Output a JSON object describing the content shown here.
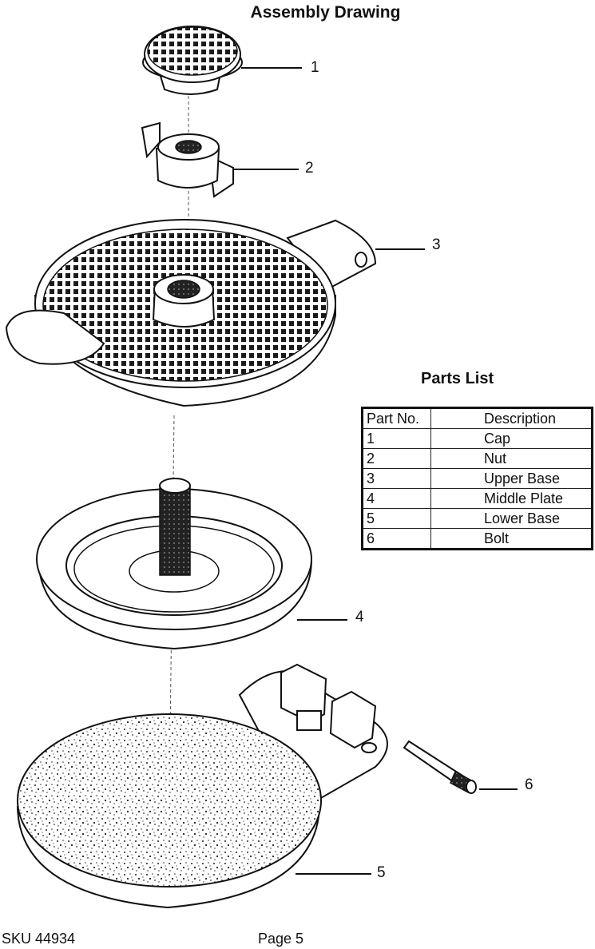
{
  "title": "Assembly Drawing",
  "callouts": [
    "1",
    "2",
    "3",
    "4",
    "5",
    "6"
  ],
  "parts_list": {
    "title": "Parts List",
    "headers": [
      "Part No.",
      "Description"
    ],
    "rows": [
      [
        "1",
        "Cap"
      ],
      [
        "2",
        "Nut"
      ],
      [
        "3",
        "Upper Base"
      ],
      [
        "4",
        "Middle Plate"
      ],
      [
        "5",
        "Lower Base"
      ],
      [
        "6",
        "Bolt"
      ]
    ]
  },
  "footer": {
    "sku": "SKU 44934",
    "page": "Page 5"
  }
}
